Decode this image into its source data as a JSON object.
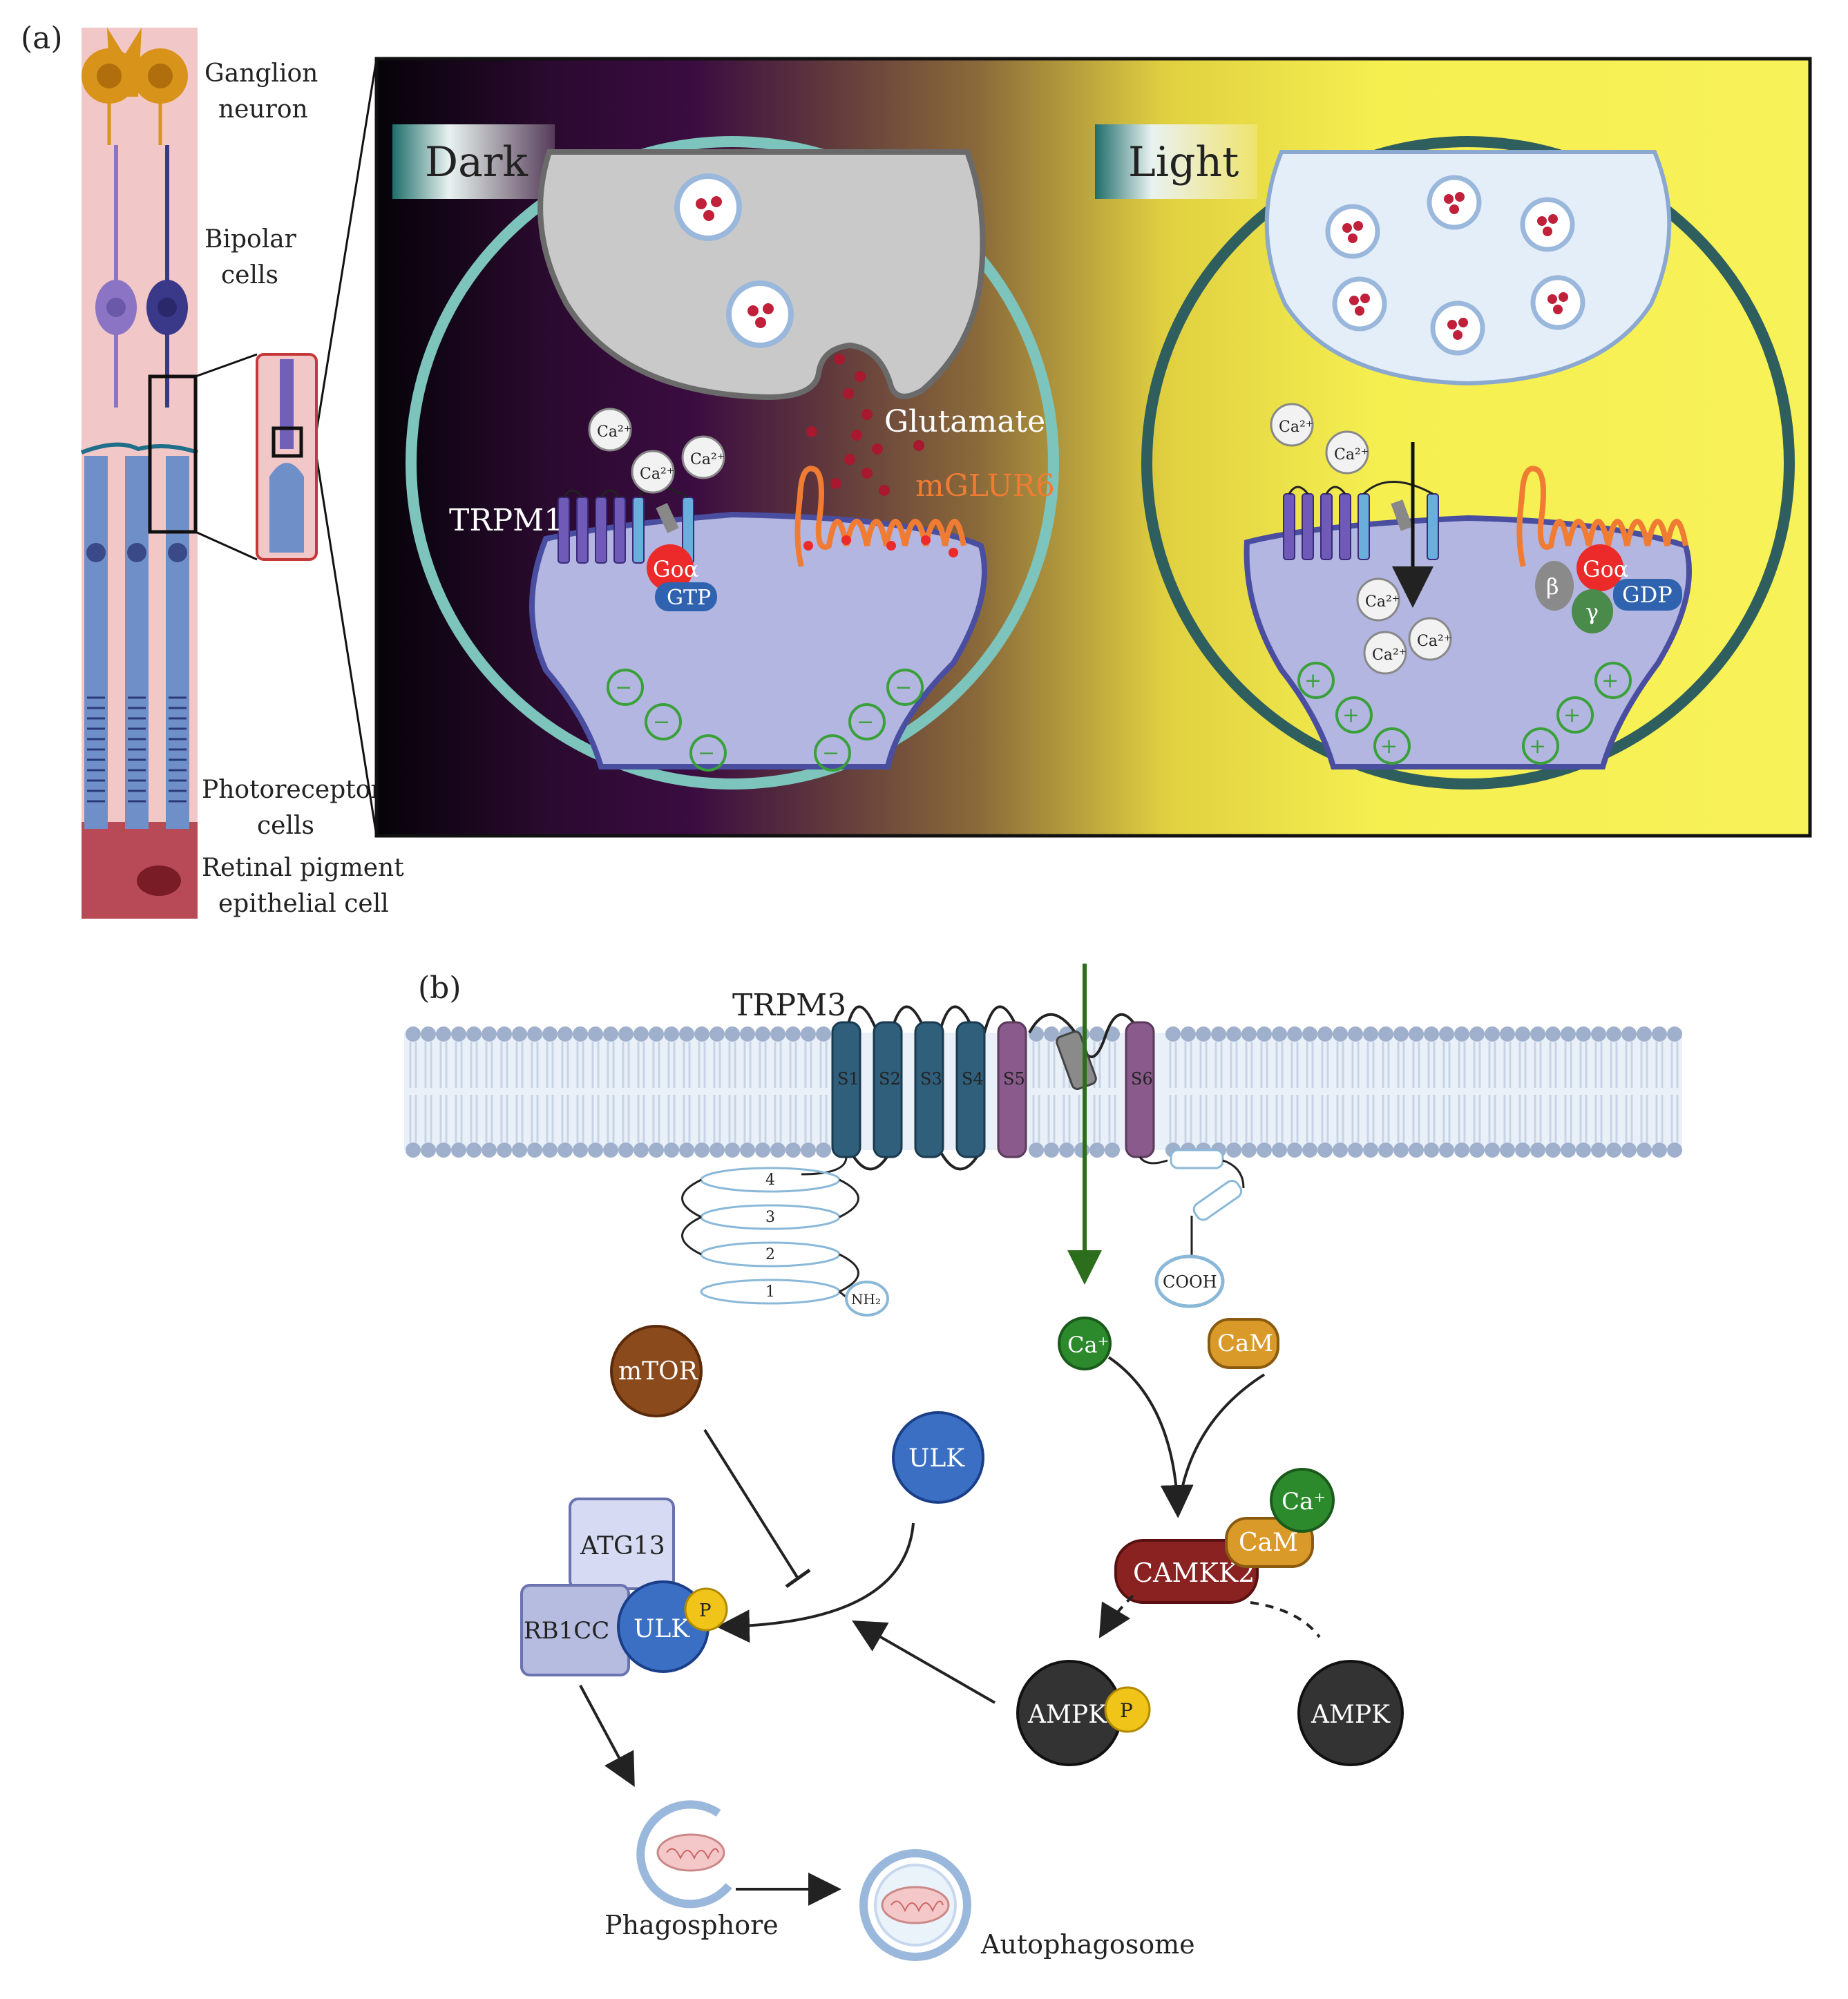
{
  "panel_a": {
    "tag": "(a)",
    "retina_labels": {
      "ganglion_1": "Ganglion",
      "ganglion_2": "neuron",
      "bipolar_1": "Bipolar",
      "bipolar_2": "cells",
      "photo_1": "Photoreceptor",
      "photo_2": "cells",
      "rpe_1": "Retinal pigment",
      "rpe_2": "epithelial cell"
    },
    "dark": {
      "title": "Dark",
      "trpm1": "TRPM1",
      "glutamate": "Glutamate",
      "mglur6": "mGLUR6",
      "goa": "Goα",
      "gtp": "GTP",
      "ca": "Ca²⁺",
      "minus": "−"
    },
    "light": {
      "title": "Light",
      "goa": "Goα",
      "gdp": "GDP",
      "beta": "β",
      "gamma": "γ",
      "ca": "Ca²⁺",
      "plus": "+"
    },
    "colors": {
      "dark_circle": "#7cc4bc",
      "light_circle": "#2f5e5e",
      "membrane": "#b3b6e0",
      "trp_helix": "#6f5bb7",
      "mglur": "#f07c34",
      "goa_red": "#ec2a2a",
      "gtp_blue": "#2f63b0"
    }
  },
  "panel_b": {
    "tag": "(b)",
    "trpm3": "TRPM3",
    "segments": [
      "S1",
      "S2",
      "S3",
      "S4",
      "S5",
      "S6"
    ],
    "ankyrin": [
      "4",
      "3",
      "2",
      "1"
    ],
    "nh2": "NH₂",
    "cooh": "COOH",
    "ca": "Ca⁺",
    "cam": "CaM",
    "mtor": "mTOR",
    "ulk": "ULK",
    "atg13": "ATG13",
    "rb1cc": "RB1CC",
    "p": "P",
    "camkk2": "CAMKK2",
    "ampk": "AMPK",
    "phagosphore": "Phagosphore",
    "autophagosome": "Autophagosome",
    "colors": {
      "tm_dark": "#2f5f7a",
      "tm_purple": "#8a5a8c",
      "green": "#2c8a2c",
      "cam": "#d99a2a",
      "mtor": "#8a4a1c",
      "ulk": "#3a6fc4",
      "camkk2": "#8a2222",
      "ampk": "#333333",
      "phos": "#f0c419"
    }
  }
}
